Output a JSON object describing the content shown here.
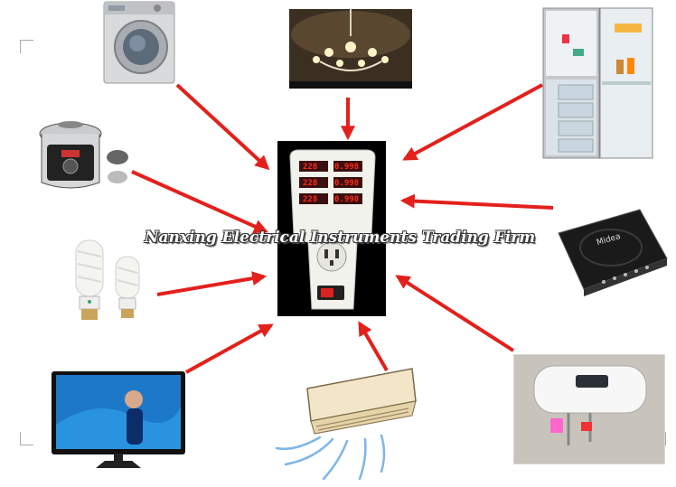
{
  "watermark_text": "Nanxing Electrical Instruments Trading Firm",
  "center_device": {
    "readouts": [
      "228",
      "0.998",
      "228",
      "0.998",
      "228",
      "0.998"
    ]
  },
  "appliances": [
    {
      "name": "washing-machine"
    },
    {
      "name": "chandelier"
    },
    {
      "name": "refrigerator"
    },
    {
      "name": "pressure-cooker"
    },
    {
      "name": "induction-cooker"
    },
    {
      "name": "energy-saving-bulbs"
    },
    {
      "name": "television"
    },
    {
      "name": "air-conditioner"
    },
    {
      "name": "water-heater"
    }
  ],
  "induction_brand": "Midea",
  "colors": {
    "arrow": "#e3201b",
    "device_body": "#f2f2ec",
    "led": "#ff2a1a",
    "background": "#ffffff"
  }
}
